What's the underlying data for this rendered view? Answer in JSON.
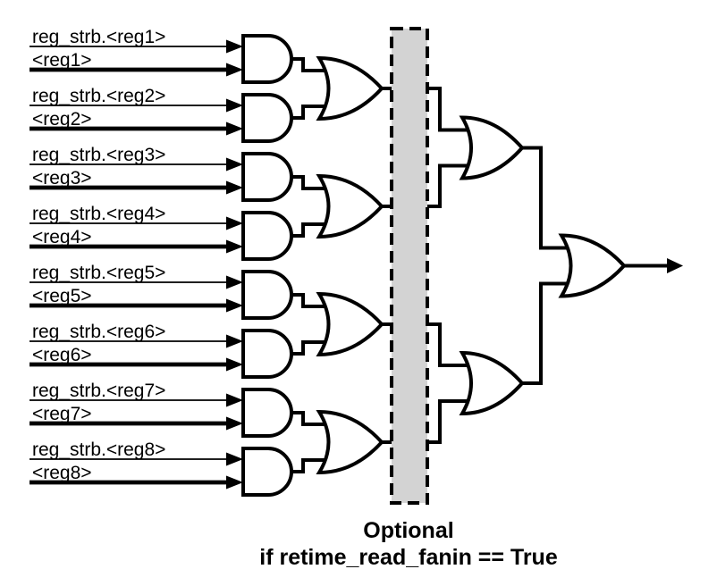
{
  "diagram": {
    "inputs": [
      {
        "strobe": "reg_strb.<reg1>",
        "value": "<reg1>"
      },
      {
        "strobe": "reg_strb.<reg2>",
        "value": "<reg2>"
      },
      {
        "strobe": "reg_strb.<reg3>",
        "value": "<reg3>"
      },
      {
        "strobe": "reg_strb.<reg4>",
        "value": "<reg4>"
      },
      {
        "strobe": "reg_strb.<reg5>",
        "value": "<reg5>"
      },
      {
        "strobe": "reg_strb.<reg6>",
        "value": "<reg6>"
      },
      {
        "strobe": "reg_strb.<reg7>",
        "value": "<reg7>"
      },
      {
        "strobe": "reg_strb.<reg8>",
        "value": "<reg8>"
      }
    ],
    "caption": {
      "line1": "Optional",
      "line2": "if retime_read_fanin == True"
    },
    "colors": {
      "stroke": "#000000",
      "gate_fill": "#ffffff",
      "optional_region_fill": "#d3d3d3",
      "background": "#ffffff"
    }
  }
}
